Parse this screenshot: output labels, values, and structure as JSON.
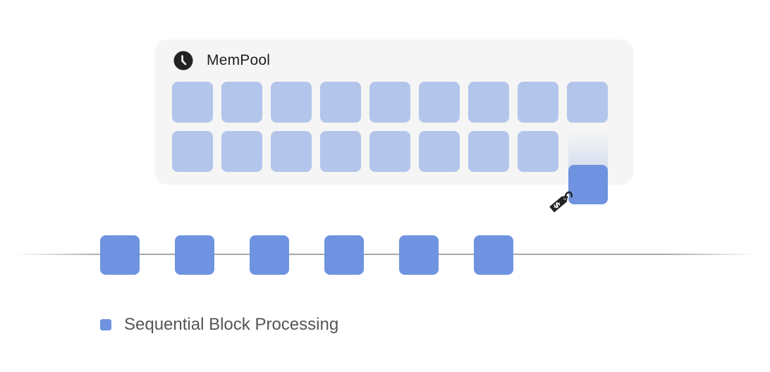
{
  "mempool": {
    "title": "MemPool",
    "icon": "clock-icon",
    "rows": 2,
    "columns": 9,
    "pending_block_count": 17,
    "selected_block_label": "selected transaction"
  },
  "chain": {
    "block_count": 6
  },
  "legend": {
    "label": "Sequential Block Processing"
  },
  "colors": {
    "panel_bg": "#f5f5f5",
    "pending_block": "#b3c5ea",
    "processed_block": "#6f93e0",
    "chain_line": "#aaaaaa",
    "icon_dark": "#222222",
    "legend_text": "#555555"
  },
  "icons": {
    "header": "clock-icon",
    "fee": "price-tag-dollar-icon"
  }
}
